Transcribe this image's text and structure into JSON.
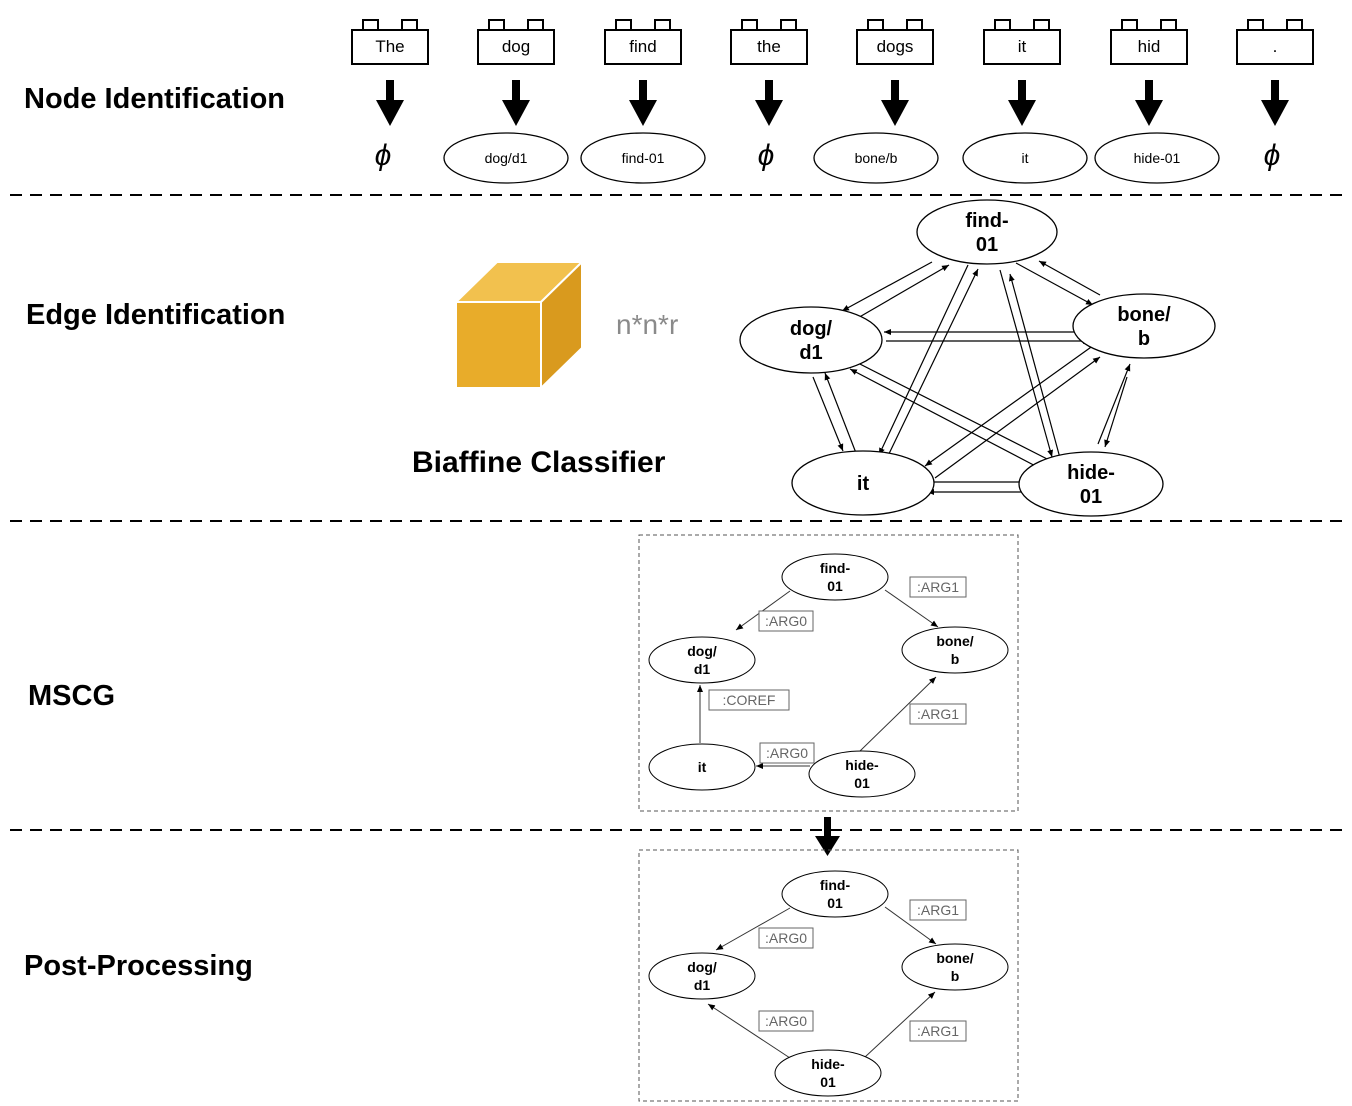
{
  "sections": {
    "node_identification": "Node Identification",
    "edge_identification": "Edge Identification",
    "mscg": "MSCG",
    "post_processing": "Post-Processing"
  },
  "tokens": [
    "The",
    "dog",
    "find",
    "the",
    "dogs",
    "it",
    "hid",
    "."
  ],
  "identified_nodes": [
    "ϕ",
    "dog/d1",
    "find-01",
    "ϕ",
    "bone/b",
    "it",
    "hide-01",
    "ϕ"
  ],
  "edge_identification": {
    "classifier_label": "Biaffine Classifier",
    "tensor_dims": "n*n*r",
    "cube_color": "#E8AC2A",
    "graph_nodes": [
      {
        "id": "find",
        "lines": [
          "find-",
          "01"
        ]
      },
      {
        "id": "dog",
        "lines": [
          "dog/",
          "d1"
        ]
      },
      {
        "id": "bone",
        "lines": [
          "bone/",
          "b"
        ]
      },
      {
        "id": "it",
        "lines": [
          "it"
        ]
      },
      {
        "id": "hide",
        "lines": [
          "hide-",
          "01"
        ]
      }
    ]
  },
  "mscg": {
    "nodes": [
      {
        "id": "find",
        "lines": [
          "find-",
          "01"
        ]
      },
      {
        "id": "dog",
        "lines": [
          "dog/",
          "d1"
        ]
      },
      {
        "id": "bone",
        "lines": [
          "bone/",
          "b"
        ]
      },
      {
        "id": "it",
        "lines": [
          "it"
        ]
      },
      {
        "id": "hide",
        "lines": [
          "hide-",
          "01"
        ]
      }
    ],
    "edges": [
      {
        "from": "find",
        "to": "dog",
        "label": ":ARG0"
      },
      {
        "from": "find",
        "to": "bone",
        "label": ":ARG1"
      },
      {
        "from": "it",
        "to": "dog",
        "label": ":COREF"
      },
      {
        "from": "hide",
        "to": "it",
        "label": ":ARG0"
      },
      {
        "from": "hide",
        "to": "bone",
        "label": ":ARG1"
      }
    ]
  },
  "post_processing": {
    "nodes": [
      {
        "id": "find",
        "lines": [
          "find-",
          "01"
        ]
      },
      {
        "id": "dog",
        "lines": [
          "dog/",
          "d1"
        ]
      },
      {
        "id": "bone",
        "lines": [
          "bone/",
          "b"
        ]
      },
      {
        "id": "hide",
        "lines": [
          "hide-",
          "01"
        ]
      }
    ],
    "edges": [
      {
        "from": "find",
        "to": "dog",
        "label": ":ARG0"
      },
      {
        "from": "find",
        "to": "bone",
        "label": ":ARG1"
      },
      {
        "from": "hide",
        "to": "dog",
        "label": ":ARG0"
      },
      {
        "from": "hide",
        "to": "bone",
        "label": ":ARG1"
      }
    ]
  }
}
